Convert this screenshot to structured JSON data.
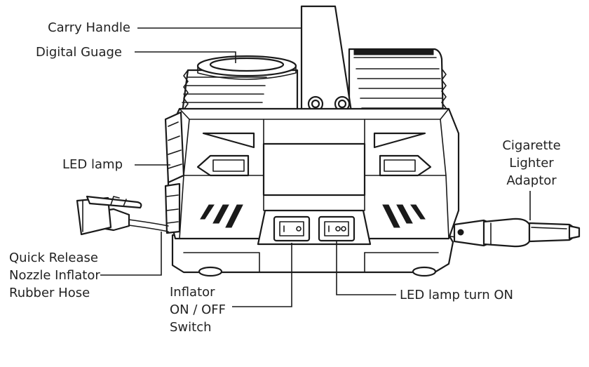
{
  "labels": {
    "carry_handle": "Carry Handle",
    "digital_gauge": "Digital Guage",
    "led_lamp": "LED lamp",
    "cigarette_adaptor": [
      "Cigarette",
      "Lighter",
      "Adaptor"
    ],
    "nozzle_hose": [
      "Quick Release",
      "Nozzle Inflator",
      "Rubber Hose"
    ],
    "inflator_switch": [
      "Inflator",
      "ON / OFF",
      "Switch"
    ],
    "led_turn_on": "LED lamp turn ON"
  }
}
